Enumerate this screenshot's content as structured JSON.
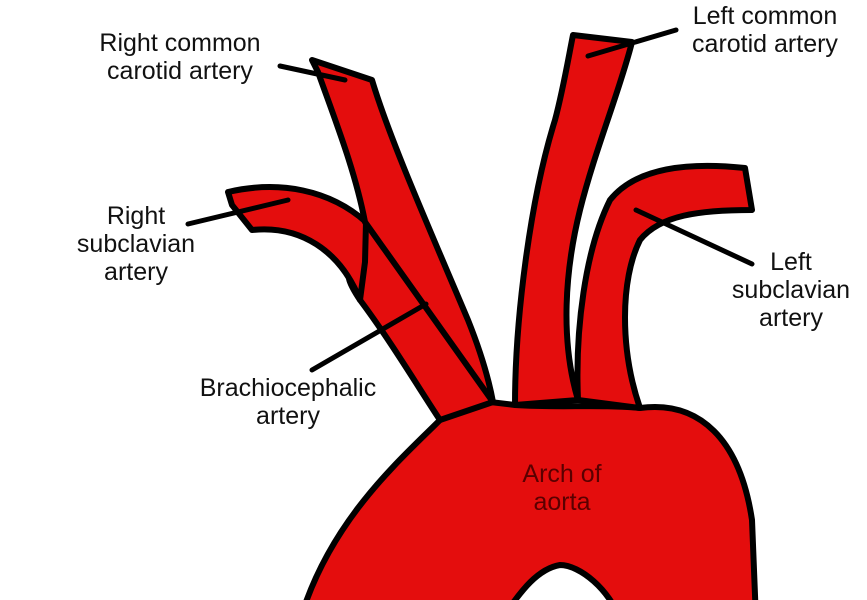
{
  "diagram": {
    "labels": {
      "right_common_carotid": [
        "Right common",
        "carotid artery"
      ],
      "left_common_carotid": [
        "Left common",
        "carotid artery"
      ],
      "right_subclavian": [
        "Right",
        "subclavian",
        "artery"
      ],
      "left_subclavian": [
        "Left",
        "subclavian",
        "artery"
      ],
      "brachiocephalic": [
        "Brachiocephalic",
        "artery"
      ],
      "arch_of_aorta": [
        "Arch of",
        "aorta"
      ]
    },
    "colors": {
      "vessel_fill": "#e40d0d",
      "outline": "#000000",
      "leader_line": "#000000",
      "label_text": "#111111",
      "aorta_label_text": "#5a0000",
      "background": "#ffffff"
    }
  }
}
